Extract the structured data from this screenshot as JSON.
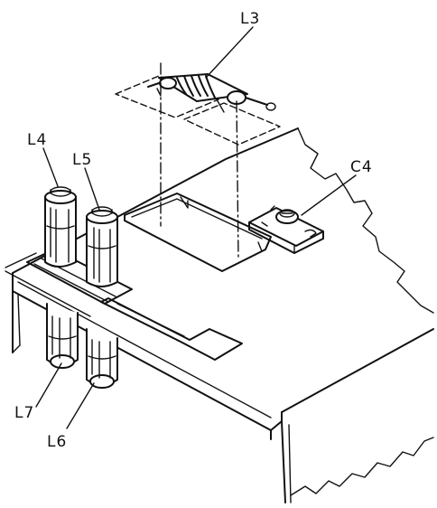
{
  "diagram": {
    "labels": {
      "l3": "L3",
      "l4": "L4",
      "l5": "L5",
      "c4": "C4",
      "l7": "L7",
      "l6": "L6"
    },
    "colors": {
      "ink": "#111111",
      "paper": "#ffffff"
    }
  }
}
